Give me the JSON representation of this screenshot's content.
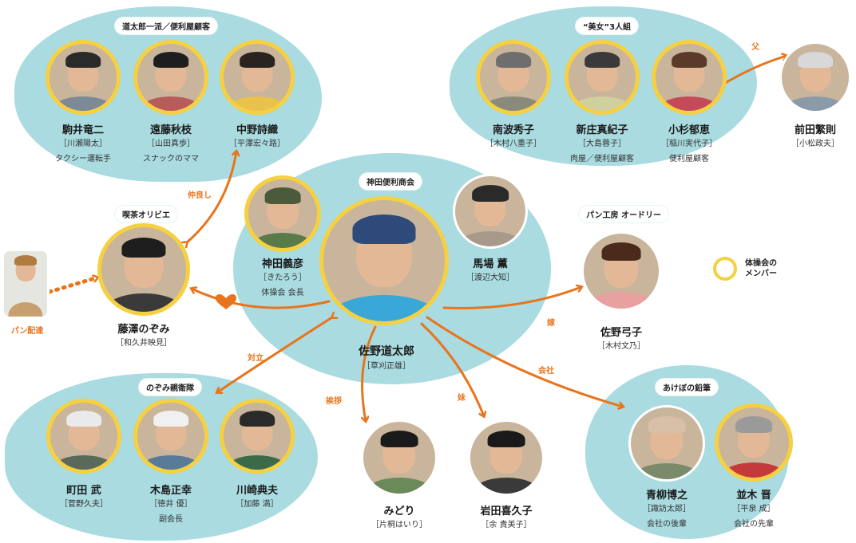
{
  "groups": {
    "michitaro": "道太郎一派／便利屋顧客",
    "bijo": "“美女”3人組",
    "kanda": "神田便利商会",
    "kissa": "喫茶オリビエ",
    "pan": "パン工房 オードリー",
    "nozomi": "のぞみ親衛隊",
    "akebono": "あけぼの鉛筆"
  },
  "people": {
    "komai": {
      "name": "駒井竜二",
      "actor": "［川瀬陽太］",
      "role": "タクシー運転手"
    },
    "endo": {
      "name": "遠藤秋枝",
      "actor": "［山田真歩］",
      "role": "スナックのママ"
    },
    "nakano": {
      "name": "中野詩織",
      "actor": "［平澤宏々路］"
    },
    "minami": {
      "name": "南波秀子",
      "actor": "［木村八重子］"
    },
    "shinjo": {
      "name": "新庄真紀子",
      "actor": "［大島蓉子］",
      "role": "肉屋／便利屋顧客"
    },
    "kosugi": {
      "name": "小杉郁恵",
      "actor": "［稲川実代子］",
      "role": "便利屋顧客"
    },
    "maeda": {
      "name": "前田繁則",
      "actor": "［小松政夫］"
    },
    "kanda": {
      "name": "神田義彦",
      "actor": "［きたろう］",
      "role": "体操会 会長"
    },
    "baba": {
      "name": "馬場 薫",
      "actor": "［渡辺大知］"
    },
    "sano": {
      "name": "佐野道太郎",
      "actor": "［草刈正雄］"
    },
    "fujisawa": {
      "name": "藤澤のぞみ",
      "actor": "［和久井映見］"
    },
    "yumiko": {
      "name": "佐野弓子",
      "actor": "［木村文乃］"
    },
    "machida": {
      "name": "町田 武",
      "actor": "［菅野久夫］"
    },
    "kijima": {
      "name": "木島正幸",
      "actor": "［徳井 優］",
      "role": "副会長"
    },
    "kawasaki": {
      "name": "川崎典夫",
      "actor": "［加藤 満］"
    },
    "midori": {
      "name": "みどり",
      "actor": "［片桐はいり］"
    },
    "iwata": {
      "name": "岩田喜久子",
      "actor": "［余 貴美子］"
    },
    "aoyagi": {
      "name": "青柳博之",
      "actor": "［諏訪太郎］",
      "role": "会社の後輩"
    },
    "namiki": {
      "name": "並木 晋",
      "actor": "［平泉 成］",
      "role": "会社の先輩"
    }
  },
  "relations": {
    "father": "父",
    "nakayoshi": "仲良し",
    "pan_haitatsu": "パン配達",
    "tairitsu": "対立",
    "aisatsu": "挨拶",
    "imouto": "妹",
    "yome": "嫁",
    "kaisha": "会社"
  },
  "legend": {
    "line1": "体操会の",
    "line2": "メンバー"
  },
  "colors": {
    "blob": "#a9dbe1",
    "arrow": "#e8741c",
    "ring": "#f5d041"
  }
}
